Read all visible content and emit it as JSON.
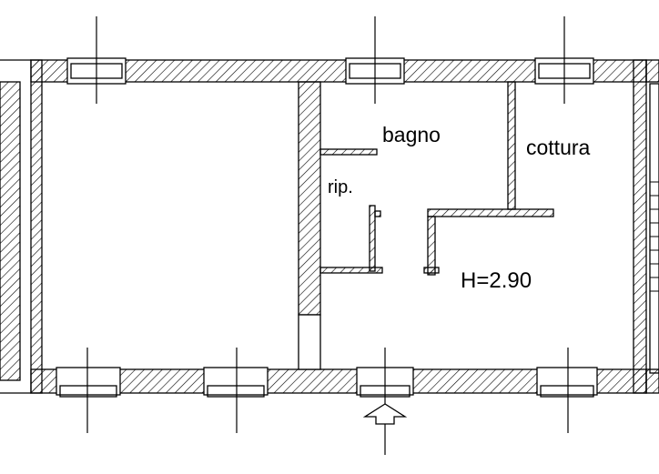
{
  "plan": {
    "rooms": [
      {
        "id": "bagno",
        "label": "bagno"
      },
      {
        "id": "cottura",
        "label": "cottura"
      },
      {
        "id": "ripostiglio",
        "label": "rip."
      }
    ],
    "ceiling_height_label": "H=2.90",
    "colors": {
      "line": "#000000",
      "background": "#ffffff",
      "hatch": "#000000"
    },
    "symbols": [
      "entrance-arrow"
    ]
  }
}
